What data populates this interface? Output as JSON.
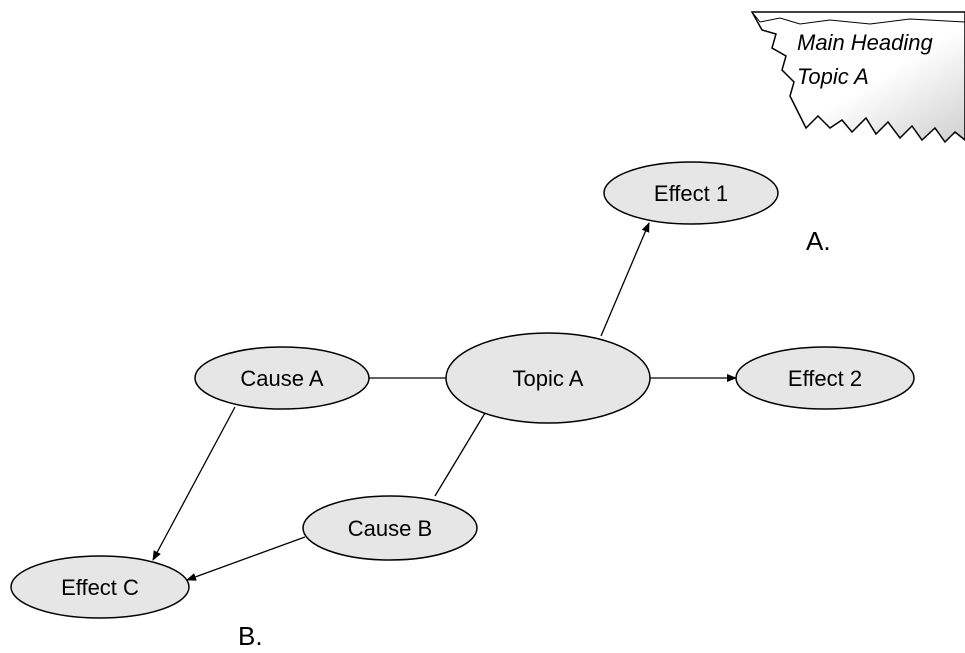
{
  "banner": {
    "line1": "Main Heading",
    "line2": "Topic A"
  },
  "nodes": {
    "effect1": "Effect 1",
    "cause_a": "Cause A",
    "topic_a": "Topic A",
    "effect2": "Effect 2",
    "cause_b": "Cause B",
    "effect_c": "Effect C"
  },
  "section_labels": {
    "a": "A.",
    "b": "B."
  },
  "colors": {
    "node_fill": "#e6e6e6",
    "stroke": "#000000",
    "banner_shade": "#d9d9d9"
  }
}
